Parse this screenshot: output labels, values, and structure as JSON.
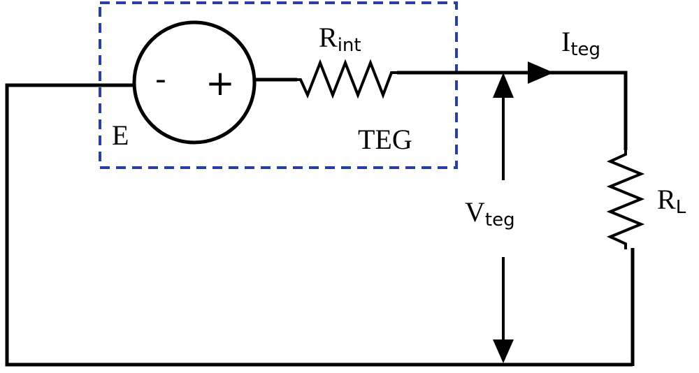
{
  "source": {
    "label": "E",
    "minus_sign": "-",
    "plus_sign": "+"
  },
  "internal_resistor": {
    "letter": "R",
    "subscript": "int"
  },
  "module_label": "TEG",
  "current": {
    "letter": "I",
    "subscript": "teg"
  },
  "voltage": {
    "letter": "V",
    "subscript": "teg"
  },
  "load_resistor": {
    "letter": "R",
    "subscript": "L"
  },
  "colors": {
    "wire": "#000000",
    "teg_box": "#2b3ea8"
  }
}
